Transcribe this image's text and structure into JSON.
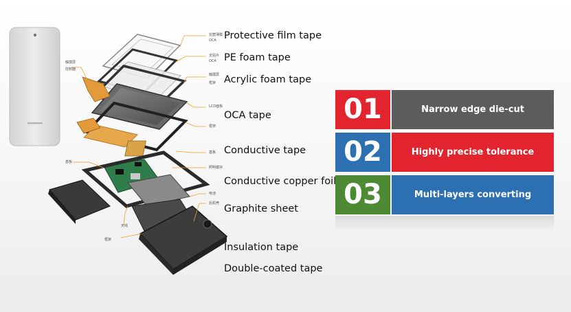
{
  "tape_labels": [
    "Protective film tape",
    "PE foam tape",
    "Acrylic foam tape",
    "OCA tape",
    "Conductive tape",
    "Conductive copper foil",
    "Graphite sheet",
    "Insulation tape",
    "Double-coated tape"
  ],
  "cn_labels": [
    "抗菌薄膜",
    "OCA",
    "全贴片",
    "OCA",
    "触摸屏",
    "框架",
    "LCD面板",
    "框架",
    "基板",
    "照明模块",
    "电池",
    "后机壳",
    "触摸屏",
    "控制器",
    "基板",
    "天线",
    "框架"
  ],
  "features": [
    {
      "number": "01",
      "text": "Narrow edge die-cut"
    },
    {
      "number": "02",
      "text": "Highly precise tolerance"
    },
    {
      "number": "03",
      "text": "Multi-layers converting"
    }
  ],
  "colors": {
    "red": "#e2242f",
    "gray": "#5c5c5c",
    "blue": "#2c70b2",
    "green": "#4c8a33"
  }
}
